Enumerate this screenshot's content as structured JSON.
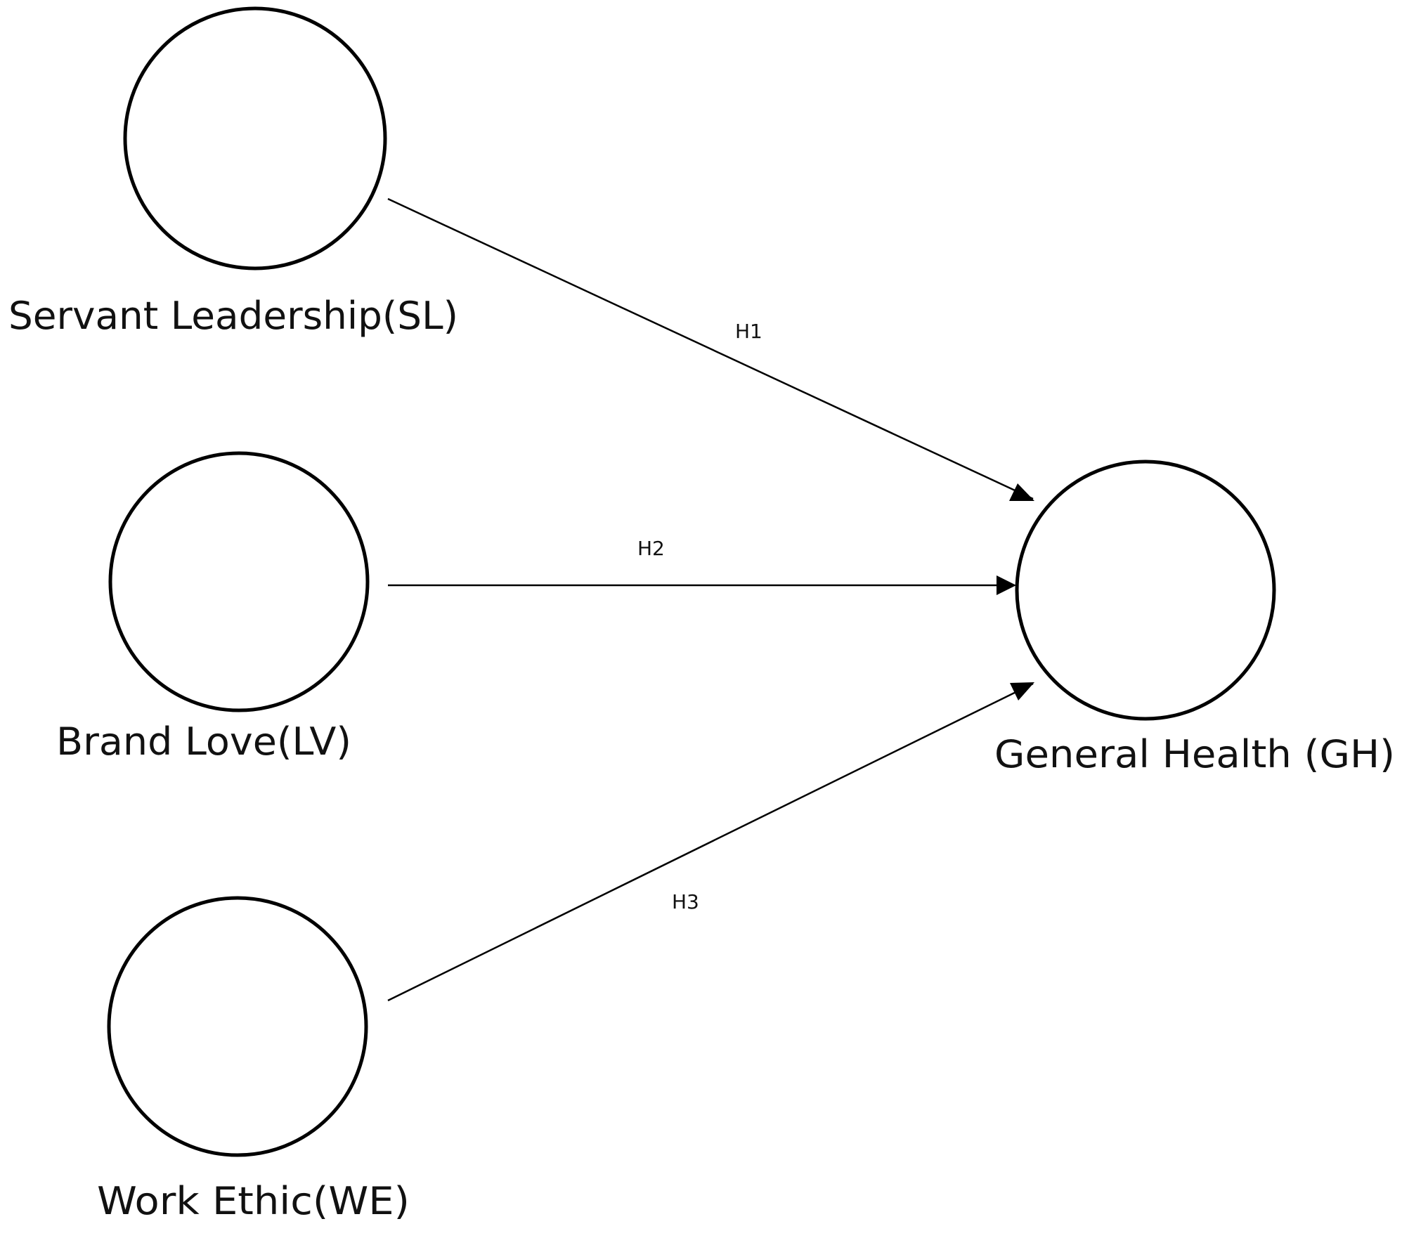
{
  "nodes": {
    "sl": {
      "label": "Servant Leadership(SL)"
    },
    "lv": {
      "label": "Brand Love(LV)"
    },
    "we": {
      "label": "Work Ethic(WE)"
    },
    "gh": {
      "label": "General Health (GH)"
    }
  },
  "edges": {
    "h1": {
      "label": "H1"
    },
    "h2": {
      "label": "H2"
    },
    "h3": {
      "label": "H3"
    }
  },
  "colors": {
    "stroke": "#000000",
    "background": "#ffffff",
    "text": "#111111"
  }
}
